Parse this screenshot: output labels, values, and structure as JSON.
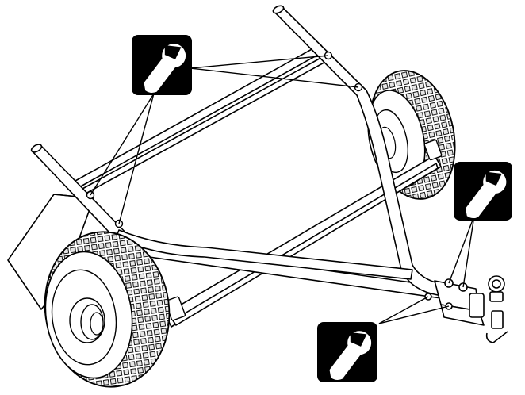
{
  "diagram": {
    "callout_icon": "wrench-icon",
    "callouts": [
      {
        "id": "top-left"
      },
      {
        "id": "right"
      },
      {
        "id": "bottom"
      }
    ],
    "colors": {
      "line": "#000000",
      "fill": "#ffffff",
      "tread": "#e9e9e9",
      "badge": "#000000",
      "badge_icon": "#ffffff"
    }
  }
}
